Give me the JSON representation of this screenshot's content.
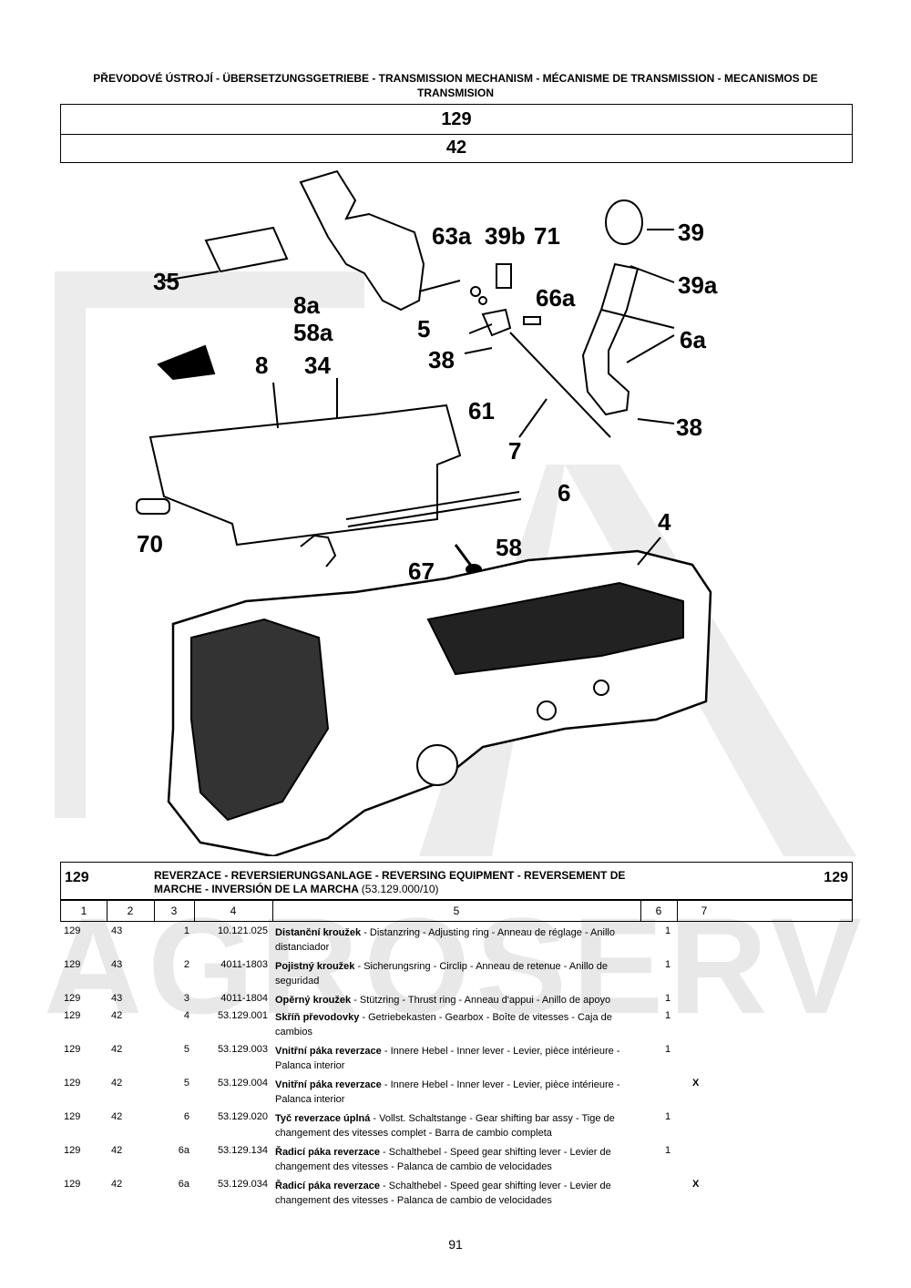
{
  "header": {
    "title": "PŘEVODOVÉ ÚSTROJÍ - ÜBERSETZUNGSGETRIEBE - TRANSMISSION MECHANISM - MÉCANISME DE TRANSMISSION - MECANISMOS DE TRANSMISION",
    "group": "129",
    "figure": "42"
  },
  "drawing_labels": {
    "l35": "35",
    "l63a": "63a",
    "l39b": "39b",
    "l71": "71",
    "l39": "39",
    "l39a": "39a",
    "l8a": "8a",
    "l58a": "58a",
    "l66a": "66a",
    "l5": "5",
    "l6a": "6a",
    "l38a": "38",
    "l8": "8",
    "l34": "34",
    "l61": "61",
    "l38b": "38",
    "l7": "7",
    "l6": "6",
    "l4": "4",
    "l70": "70",
    "l58": "58",
    "l67": "67"
  },
  "watermark": "AGROSERVIS",
  "section": {
    "number": "129",
    "title": "REVERZACE - REVERSIERUNGSANLAGE - REVERSING EQUIPMENT - REVERSEMENT DE MARCHE - INVERSIÓN DE LA MARCHA",
    "code": "(53.129.000/10)"
  },
  "columns": [
    "1",
    "2",
    "3",
    "4",
    "5",
    "6",
    "7"
  ],
  "rows": [
    {
      "c1": "129",
      "c2": "43",
      "c3": "1",
      "c4": "10.121.025",
      "name": "Distanční kroužek",
      "desc": " - Distanzring - Adjusting ring - Anneau de réglage - Anillo distanciador",
      "c6": "1",
      "c7": ""
    },
    {
      "c1": "129",
      "c2": "43",
      "c3": "2",
      "c4": "4011-1803",
      "name": "Pojistný kroužek",
      "desc": " - Sicherungsring - Circlip - Anneau de retenue - Anillo de seguridad",
      "c6": "1",
      "c7": ""
    },
    {
      "c1": "129",
      "c2": "43",
      "c3": "3",
      "c4": "4011-1804",
      "name": "Opěrný kroužek",
      "desc": " - Stützring - Thrust ring - Anneau d'appui - Anillo de apoyo",
      "c6": "1",
      "c7": ""
    },
    {
      "c1": "129",
      "c2": "42",
      "c3": "4",
      "c4": "53.129.001",
      "name": "Skříň převodovky",
      "desc": " - Getriebekasten - Gearbox - Boîte de vitesses - Caja de cambios",
      "c6": "1",
      "c7": ""
    },
    {
      "c1": "129",
      "c2": "42",
      "c3": "5",
      "c4": "53.129.003",
      "name": "Vnitřní páka reverzace",
      "desc": " - Innere Hebel - Inner lever - Levier, pièce intérieure - Palanca interior",
      "c6": "1",
      "c7": ""
    },
    {
      "c1": "129",
      "c2": "42",
      "c3": "5",
      "c4": "53.129.004",
      "name": "Vnitřní páka reverzace",
      "desc": " - Innere Hebel - Inner lever - Levier, pièce intérieure - Palanca interior",
      "c6": "",
      "c7": "X"
    },
    {
      "c1": "129",
      "c2": "42",
      "c3": "6",
      "c4": "53.129.020",
      "name": "Tyč reverzace úplná",
      "desc": " - Vollst. Schaltstange - Gear shifting bar assy - Tige de changement des vitesses complet - Barra de cambio completa",
      "c6": "1",
      "c7": ""
    },
    {
      "c1": "129",
      "c2": "42",
      "c3": "6a",
      "c4": "53.129.134",
      "name": "Řadicí páka reverzace",
      "desc": " - Schalthebel - Speed gear shifting lever - Levier de changement des vitesses - Palanca de cambio de velocidades",
      "c6": "1",
      "c7": ""
    },
    {
      "c1": "129",
      "c2": "42",
      "c3": "6a",
      "c4": "53.129.034",
      "name": "Řadicí páka reverzace",
      "desc": " - Schalthebel - Speed gear shifting lever - Levier de changement des vitesses - Palanca de cambio de velocidades",
      "c6": "",
      "c7": "X"
    }
  ],
  "page_number": "91"
}
